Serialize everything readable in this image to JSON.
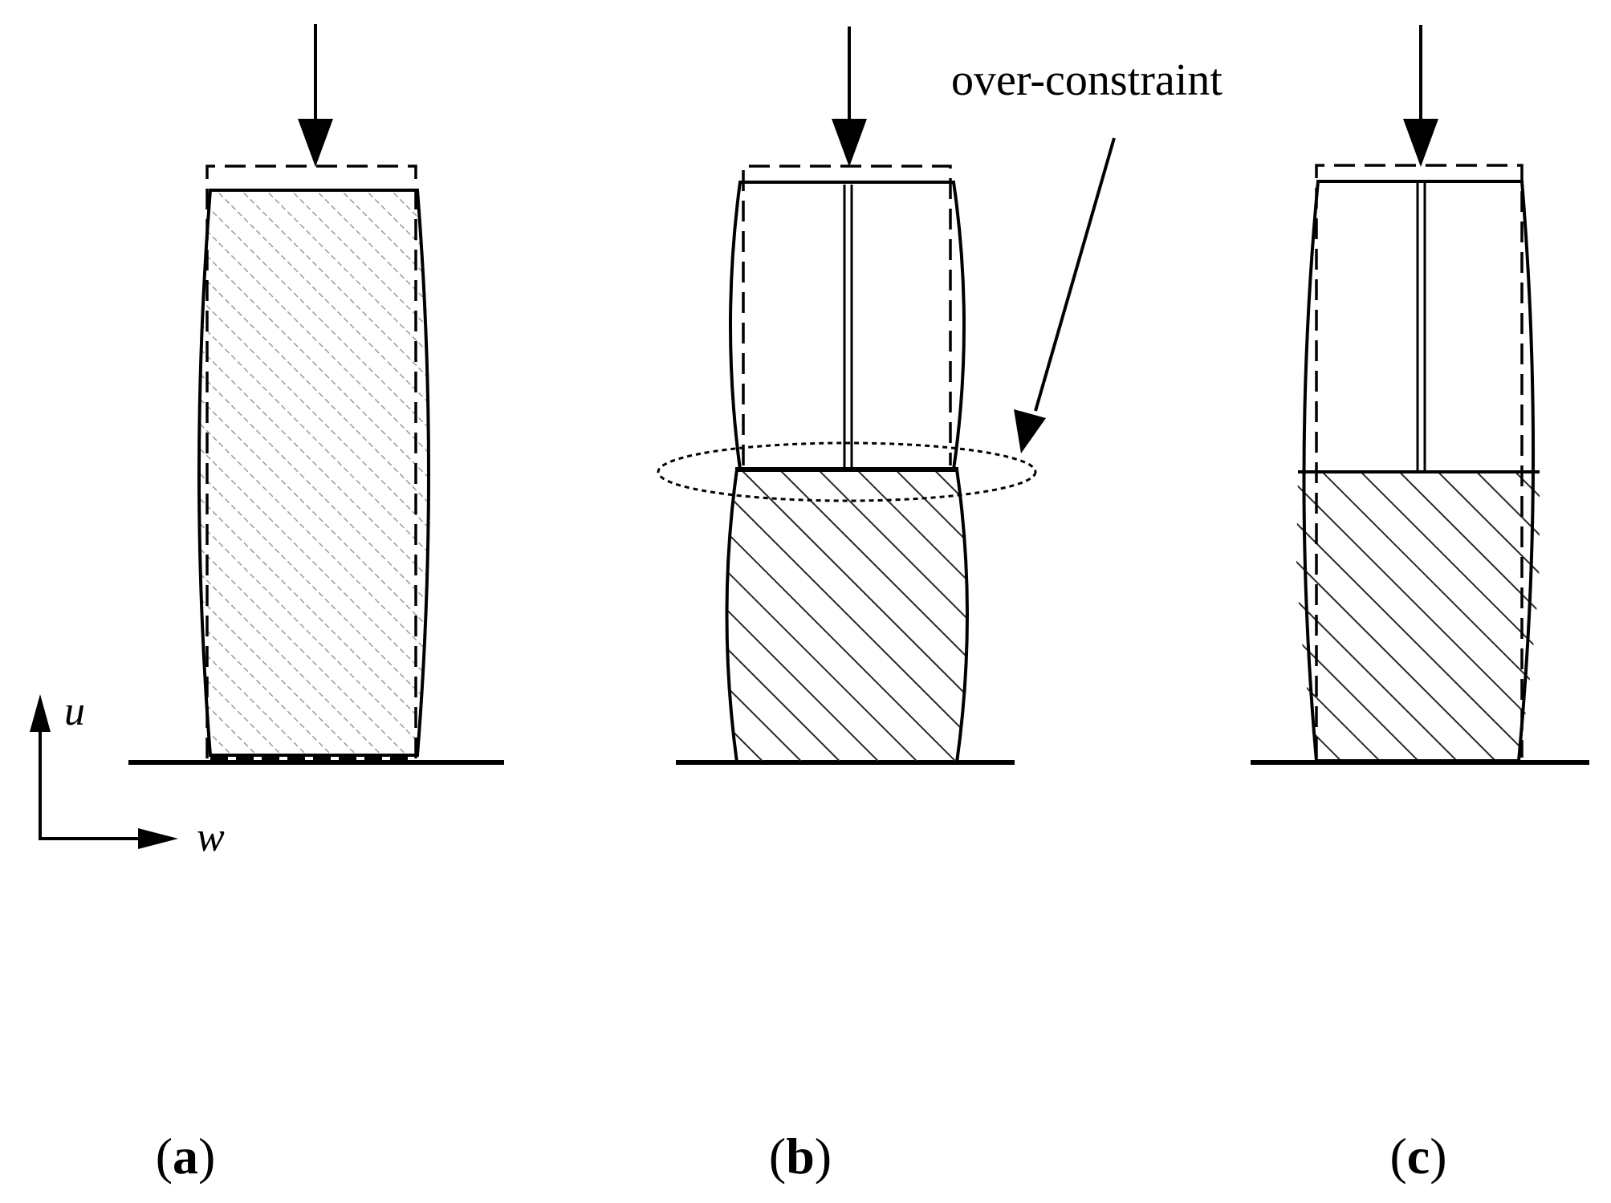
{
  "annotation": {
    "over_constraint": "over-constraint"
  },
  "axes": {
    "vertical": "u",
    "horizontal": "w"
  },
  "panels": [
    {
      "paren_open": "(",
      "letter": "a",
      "paren_close": ")"
    },
    {
      "paren_open": "(",
      "letter": "b",
      "paren_close": ")"
    },
    {
      "paren_open": "(",
      "letter": "c",
      "paren_close": ")"
    }
  ],
  "colors": {
    "ink": "#000000",
    "background": "#ffffff",
    "hatch_light": "#9a9a9a"
  }
}
